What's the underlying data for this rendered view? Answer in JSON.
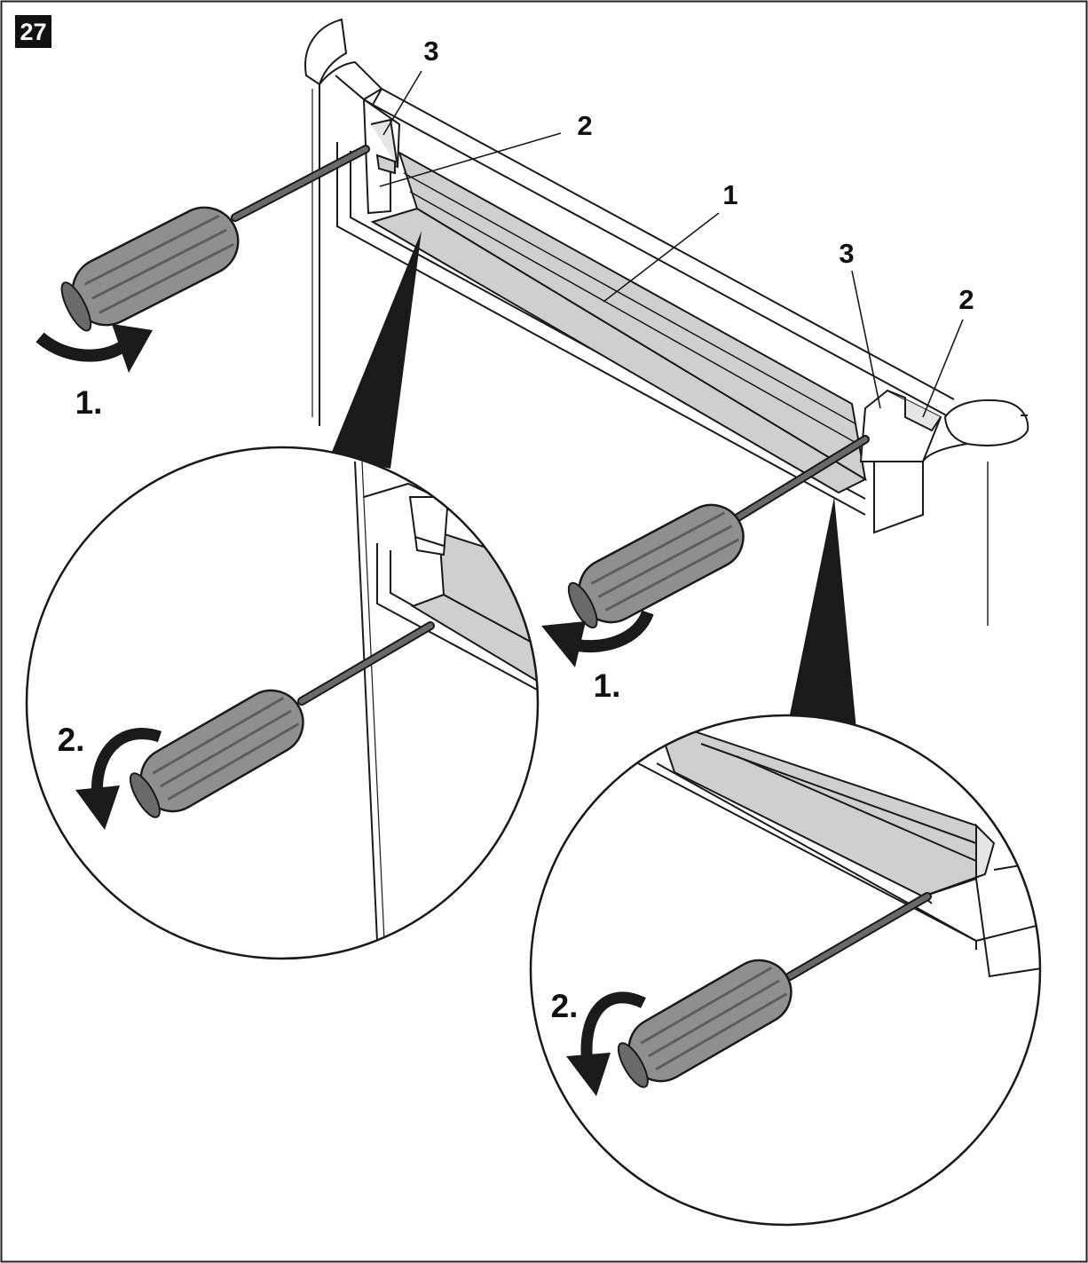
{
  "figure": {
    "number": "27"
  },
  "callouts": {
    "part_1": "1",
    "part_2_left": "2",
    "part_2_right": "2",
    "part_3_left": "3",
    "part_3_right": "3"
  },
  "steps": {
    "left_step_1": "1.",
    "right_step_1": "1.",
    "left_zoom_step_2": "2.",
    "right_zoom_step_2": "2."
  },
  "colors": {
    "line": "#1a1a1a",
    "handle": "#8f8f8f",
    "handle_groove": "#5e5e5e",
    "shaft": "#6a6a6a",
    "strip": "#cfcfcf",
    "strip_dark": "#b9b9b9",
    "wedge": "#1a1a1a",
    "paper": "#ffffff"
  }
}
